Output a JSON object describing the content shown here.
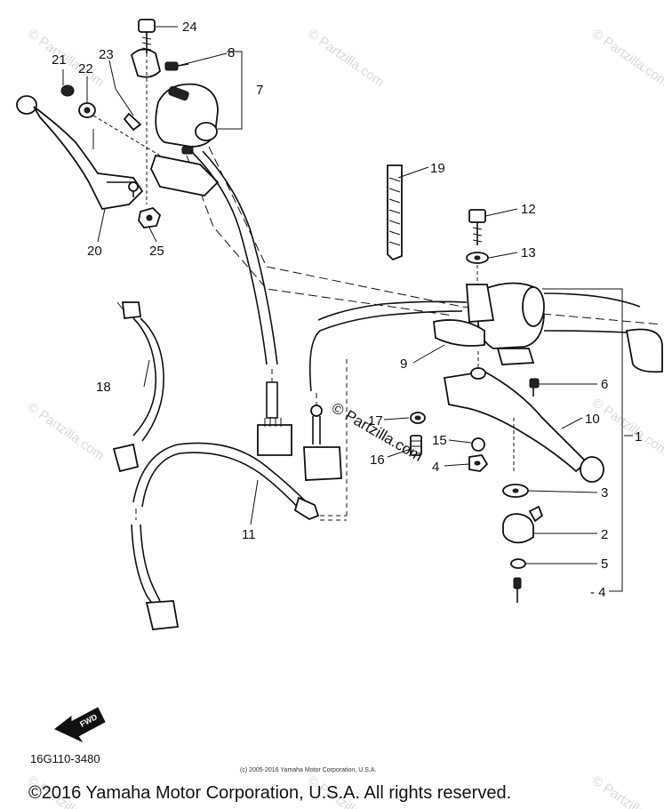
{
  "watermark": {
    "text": "© Partzilla.com"
  },
  "labels": {
    "p1": "1",
    "p2": "2",
    "p3": "3",
    "p4a": "4",
    "p4b": "- 4",
    "p5": "5",
    "p6": "6",
    "p7": "7",
    "p8": "8",
    "p9": "9",
    "p10": "10",
    "p11": "11",
    "p12": "12",
    "p13": "13",
    "p15": "15",
    "p16": "16",
    "p17": "17",
    "p18": "18",
    "p19": "19",
    "p20": "20",
    "p21": "21",
    "p22": "22",
    "p23": "23",
    "p24": "24",
    "p25": "25"
  },
  "fwd_badge": "FWD",
  "diagram_code": "16G110-3480",
  "small_copyright": "(c) 2005-2016 Yamaha Motor Corporation, U.S.A.",
  "footer_copyright": "©2016 Yamaha Motor Corporation, U.S.A. All rights reserved.",
  "center_watermark": "© Partzilla.com"
}
